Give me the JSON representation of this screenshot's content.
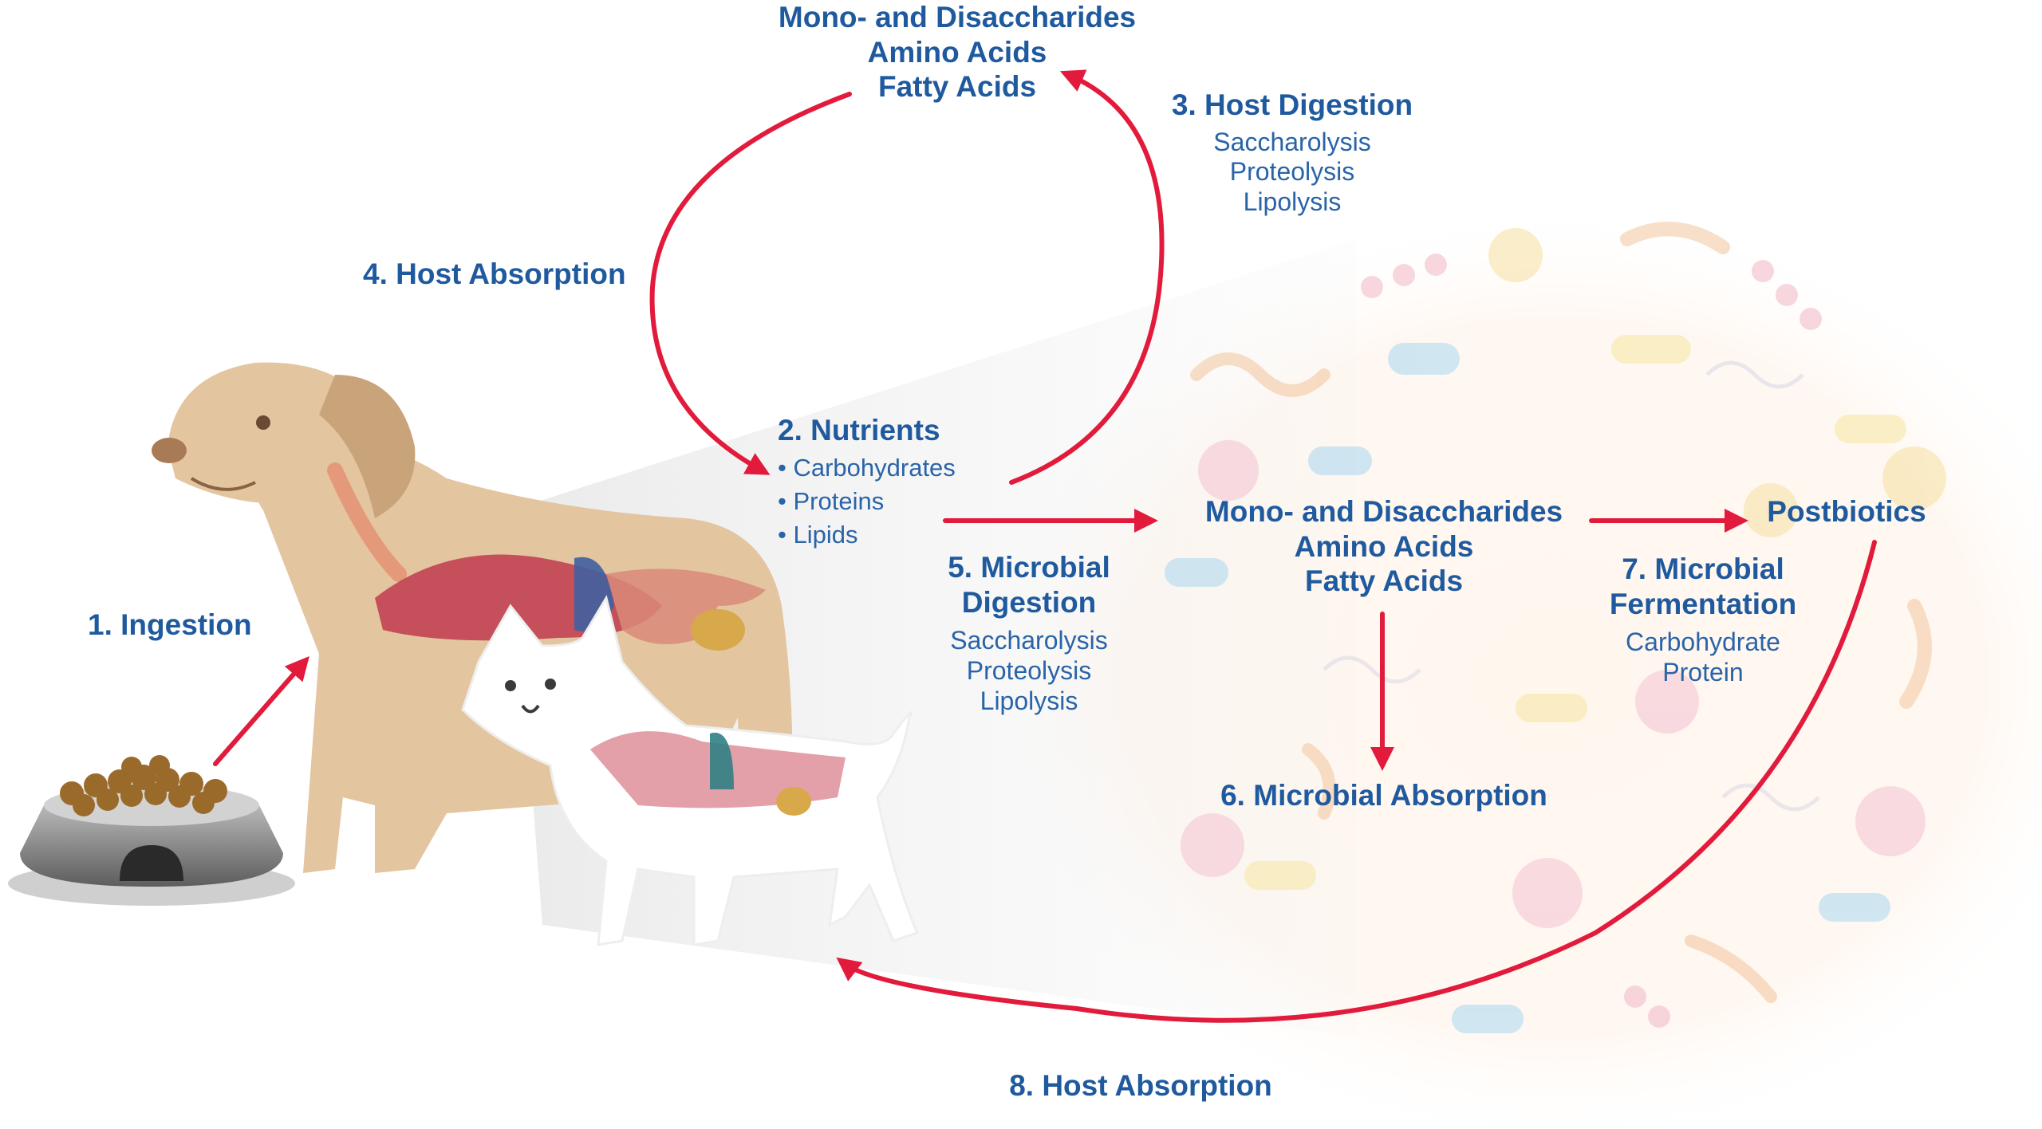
{
  "colors": {
    "text": "#1f5a9e",
    "arrow": "#e21b3c"
  },
  "steps": {
    "ingestion": "1. Ingestion",
    "nutrients": {
      "title": "2. Nutrients",
      "items": [
        "Carbohydrates",
        "Proteins",
        "Lipids"
      ]
    },
    "host_digestion": {
      "title": "3. Host Digestion",
      "items": [
        "Saccharolysis",
        "Proteolysis",
        "Lipolysis"
      ]
    },
    "host_absorption_top": "4. Host Absorption",
    "microbial_digestion": {
      "title_line1": "5. Microbial",
      "title_line2": "Digestion",
      "items": [
        "Saccharolysis",
        "Proteolysis",
        "Lipolysis"
      ]
    },
    "microbial_absorption": "6. Microbial Absorption",
    "microbial_fermentation": {
      "title_line1": "7. Microbial",
      "title_line2": "Fermentation",
      "items": [
        "Carbohydrate",
        "Protein"
      ]
    },
    "host_absorption_bottom": "8. Host Absorption"
  },
  "products_top": [
    "Mono- and Disaccharides",
    "Amino Acids",
    "Fatty Acids"
  ],
  "products_mid": [
    "Mono- and Disaccharides",
    "Amino Acids",
    "Fatty Acids"
  ],
  "postbiotics": "Postbiotics"
}
